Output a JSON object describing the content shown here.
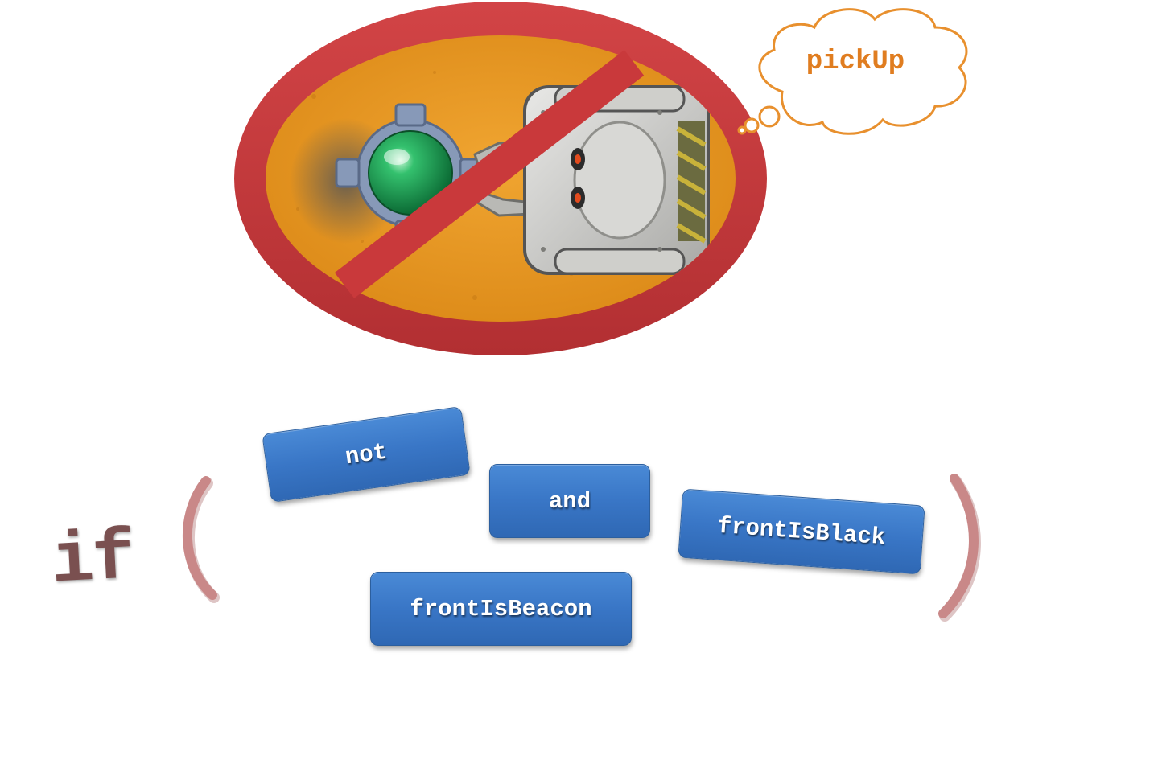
{
  "scene": {
    "robot_thought": "pickUp",
    "icons": [
      "no-sign-icon",
      "beacon-icon",
      "robot-icon",
      "thought-bubble-icon"
    ],
    "colors": {
      "no_sign": "#c9393b",
      "floor": "#e2921f",
      "beacon": "#1fa85c",
      "thought_text": "#e07d20"
    }
  },
  "code": {
    "keyword": "if",
    "open_paren": "(",
    "close_paren": ")",
    "blocks": {
      "not": "not",
      "and": "and",
      "front_is_black": "frontIsBlack",
      "front_is_beacon": "frontIsBeacon"
    },
    "colors": {
      "block": "#3976c6",
      "keyword": "#7a5050",
      "paren": "#c98888"
    }
  }
}
